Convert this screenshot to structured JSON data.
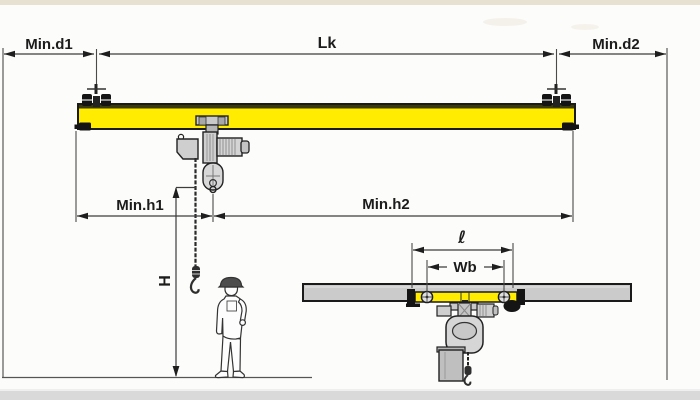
{
  "labels": {
    "min_d1": "Min.d1",
    "lk": "Lk",
    "min_d2": "Min.d2",
    "min_h1": "Min.h1",
    "min_h2": "Min.h2",
    "hook_height": "H",
    "trolley_length": "ℓ",
    "wheelbase": "Wb"
  },
  "colors": {
    "girder_yellow": "#ffec00",
    "girder_top_band": "#3a3a08",
    "runway_gray": "#cbcbcb",
    "machine_gray": "#d6d6d6",
    "machine_gray_dark": "#bfbfbf",
    "black_part": "#141414",
    "background": "#fcfcfa",
    "page_edge_top": "#e7e1d2",
    "page_edge_bottom": "#d9d9d9"
  }
}
